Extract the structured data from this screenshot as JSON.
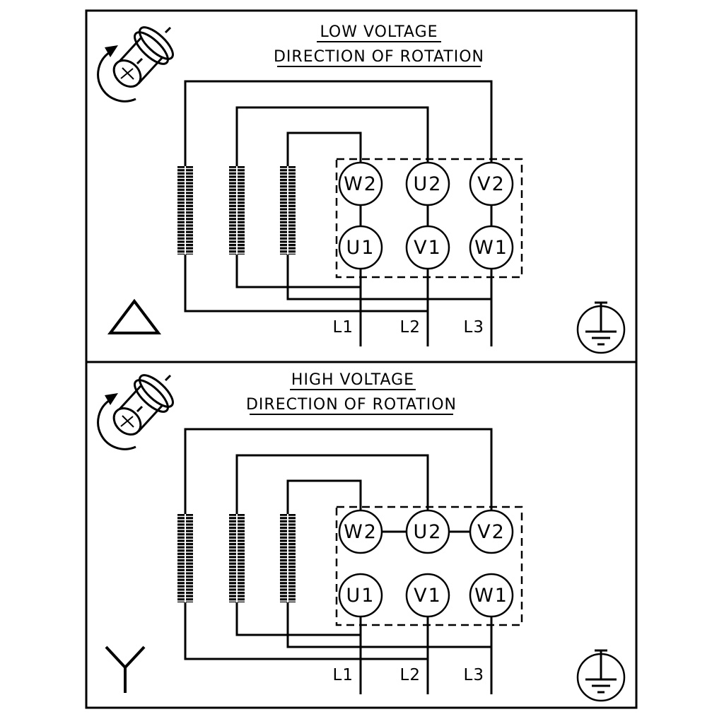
{
  "page": {
    "background": "#ffffff",
    "line_color": "#000000"
  },
  "diagram": {
    "panels": [
      {
        "title": "LOW VOLTAGE",
        "subtitle": "DIRECTION OF ROTATION",
        "connection": "delta",
        "terminals_top": [
          "W2",
          "U2",
          "V2"
        ],
        "terminals_bottom": [
          "U1",
          "V1",
          "W1"
        ],
        "supply_lines": [
          "L1",
          "L2",
          "L3"
        ],
        "icons": {
          "rotation": "rotation-direction-icon",
          "ground": "earth-ground-icon",
          "connection_symbol": "delta-symbol"
        }
      },
      {
        "title": "HIGH VOLTAGE",
        "subtitle": "DIRECTION OF ROTATION",
        "connection": "star",
        "terminals_top": [
          "W2",
          "U2",
          "V2"
        ],
        "terminals_bottom": [
          "U1",
          "V1",
          "W1"
        ],
        "supply_lines": [
          "L1",
          "L2",
          "L3"
        ],
        "icons": {
          "rotation": "rotation-direction-icon",
          "ground": "earth-ground-icon",
          "connection_symbol": "star-symbol"
        }
      }
    ]
  }
}
